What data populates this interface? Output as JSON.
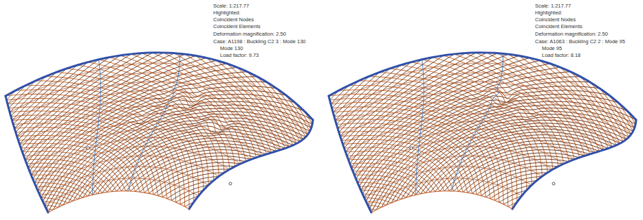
{
  "diagram": {
    "labels": [
      "Scale: 1:217.77",
      "Highlighted:",
      "Coincident Nodes",
      "Coincident Elements",
      "Deformation magnification: 2.50",
      "Case: A1198 : Buckling C2 3 : Mode 130",
      "Mode 130",
      "Load factor: 9.73",
      "Scale: 1:217.77",
      "Highlighted:",
      "Coincident Nodes",
      "Coincident Elements",
      "Deformation magnification: 2.50",
      "Case: A1063 : Buckling C2 2 : Mode 95",
      "Mode 95",
      "Load factor: 8.18"
    ]
  }
}
